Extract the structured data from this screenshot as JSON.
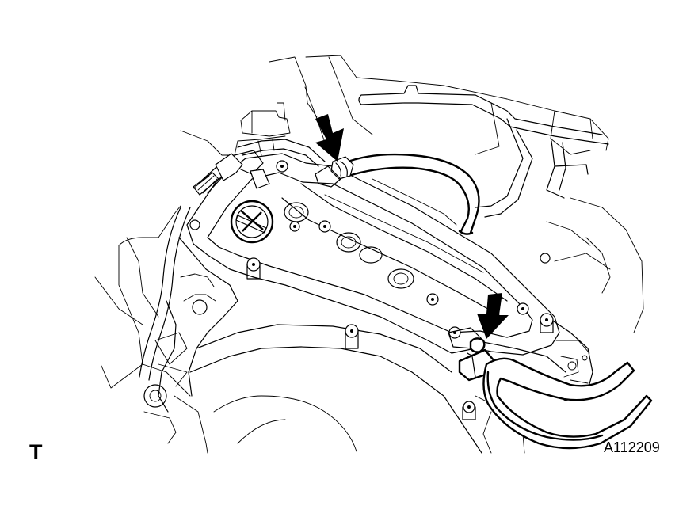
{
  "diagram": {
    "subject": "engine-cylinder-head-cover-with-ventilation-hoses",
    "arrow_count": 2
  },
  "labels": {
    "page_letter": "T",
    "figure_id": "A112209"
  },
  "colors": {
    "line": "#000000",
    "background": "#ffffff",
    "arrow": "#000000"
  }
}
